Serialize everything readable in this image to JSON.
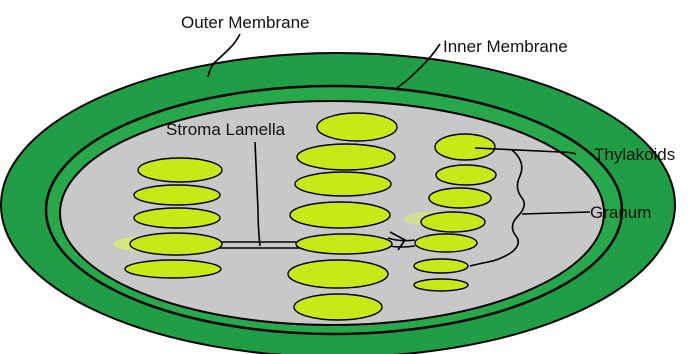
{
  "labels": {
    "outer_membrane": "Outer Membrane",
    "inner_membrane": "Inner Membrane",
    "stroma_lamella": "Stroma Lamella",
    "thylakoids": "Thylakoids",
    "granum": "Granum"
  },
  "colors": {
    "outer_membrane": "#1f9e45",
    "inner_membrane": "#27a84a",
    "stroma": "#c8c8c8",
    "thylakoid": "#c5ea17",
    "outline": "#000000"
  }
}
